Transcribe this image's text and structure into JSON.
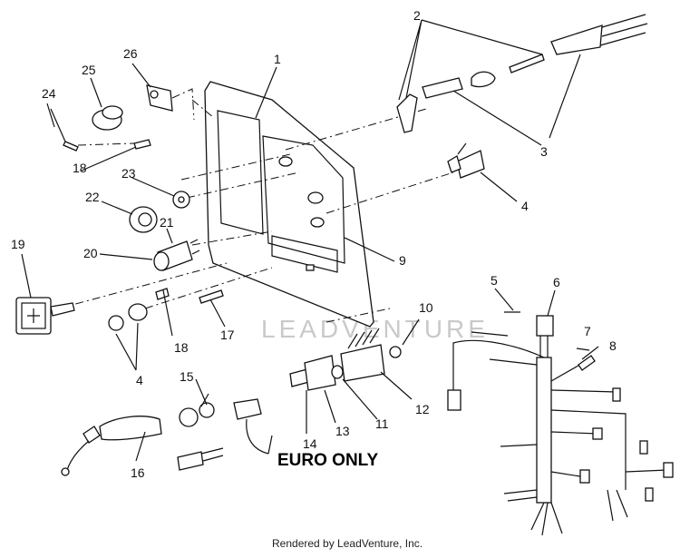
{
  "callouts": [
    {
      "id": "c1",
      "text": "1"
    },
    {
      "id": "c2",
      "text": "2"
    },
    {
      "id": "c3",
      "text": "3"
    },
    {
      "id": "c4a",
      "text": "4"
    },
    {
      "id": "c4b",
      "text": "4"
    },
    {
      "id": "c5",
      "text": "5"
    },
    {
      "id": "c6",
      "text": "6"
    },
    {
      "id": "c7",
      "text": "7"
    },
    {
      "id": "c8",
      "text": "8"
    },
    {
      "id": "c9",
      "text": "9"
    },
    {
      "id": "c10",
      "text": "10"
    },
    {
      "id": "c11",
      "text": "11"
    },
    {
      "id": "c12",
      "text": "12"
    },
    {
      "id": "c13",
      "text": "13"
    },
    {
      "id": "c14",
      "text": "14"
    },
    {
      "id": "c15",
      "text": "15"
    },
    {
      "id": "c16",
      "text": "16"
    },
    {
      "id": "c17",
      "text": "17"
    },
    {
      "id": "c18a",
      "text": "18"
    },
    {
      "id": "c18b",
      "text": "18"
    },
    {
      "id": "c19",
      "text": "19"
    },
    {
      "id": "c20",
      "text": "20"
    },
    {
      "id": "c21",
      "text": "21"
    },
    {
      "id": "c22",
      "text": "22"
    },
    {
      "id": "c23",
      "text": "23"
    },
    {
      "id": "c24",
      "text": "24"
    },
    {
      "id": "c25",
      "text": "25"
    },
    {
      "id": "c26",
      "text": "26"
    }
  ],
  "euro_label": "EURO ONLY",
  "watermark": "LEADVENTURE",
  "footer": "Rendered by LeadVenture, Inc."
}
